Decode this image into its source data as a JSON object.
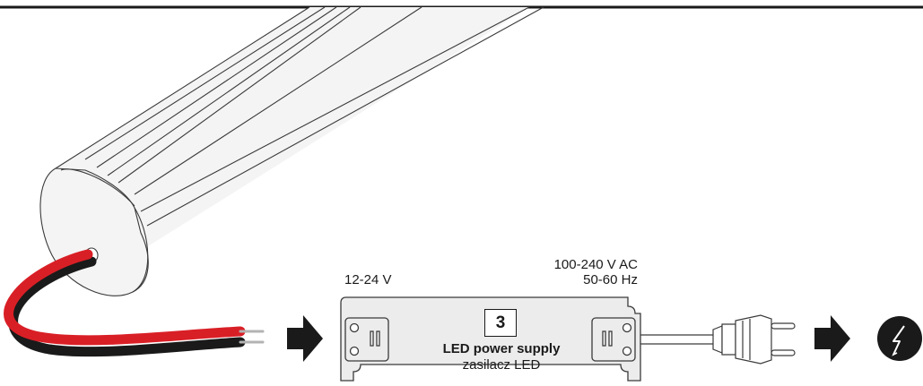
{
  "diagram": {
    "low_voltage_label": "12-24 V",
    "mains_voltage_label": "100-240 V AC",
    "mains_frequency_label": "50-60 Hz",
    "power_supply": {
      "number": "3",
      "title": "LED power supply",
      "subtitle": "zasilacz LED"
    },
    "icons": [
      "led-profile-icon",
      "red-black-cable-icon",
      "arrow-right-icon",
      "power-supply-icon",
      "euro-plug-icon",
      "lightning-bolt-icon"
    ],
    "colors": {
      "line": "#3a3a3a",
      "profile_fill": "#f4f4f4",
      "psu_fill": "#ececec",
      "wire_red": "#d91f26",
      "wire_black": "#1a1a1a",
      "bolt_circle": "#1a1a1a"
    }
  }
}
